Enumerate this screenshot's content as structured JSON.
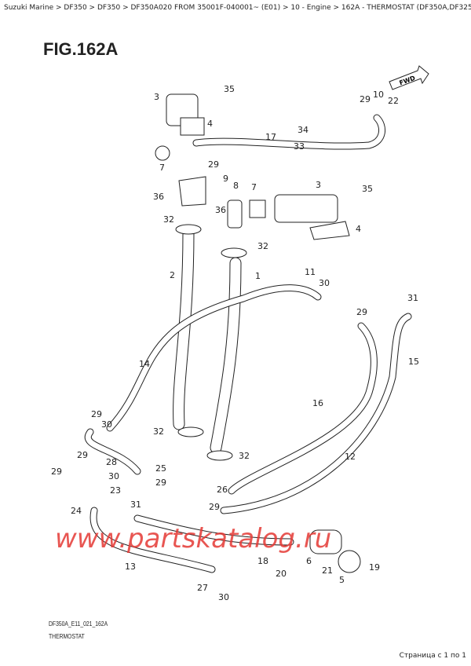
{
  "breadcrumb": "Suzuki Marine > DF350 > DF350 > DF350A020 FROM 35001F-040001~ (E01) > 10 - Engine > 162A - THERMOSTAT (DF350A,DF325A)",
  "figure_title": "FIG.162A",
  "diagram_code": "DF350A_E11_021_162A",
  "caption": "THERMOSTAT",
  "page_indicator": "Страница с 1 по 1",
  "watermark": "www.partskatalog.ru",
  "fwd_label": "FWD",
  "callouts": [
    "35",
    "3",
    "4",
    "29",
    "9",
    "7",
    "36",
    "8",
    "7",
    "3",
    "35",
    "32",
    "36",
    "4",
    "32",
    "2",
    "1",
    "11",
    "30",
    "17",
    "34",
    "33",
    "29",
    "10",
    "22",
    "29",
    "31",
    "14",
    "15",
    "16",
    "12",
    "29",
    "30",
    "32",
    "32",
    "29",
    "28",
    "29",
    "25",
    "30",
    "29",
    "23",
    "24",
    "26",
    "29",
    "31",
    "13",
    "18",
    "6",
    "21",
    "5",
    "19",
    "20",
    "27",
    "30"
  ]
}
